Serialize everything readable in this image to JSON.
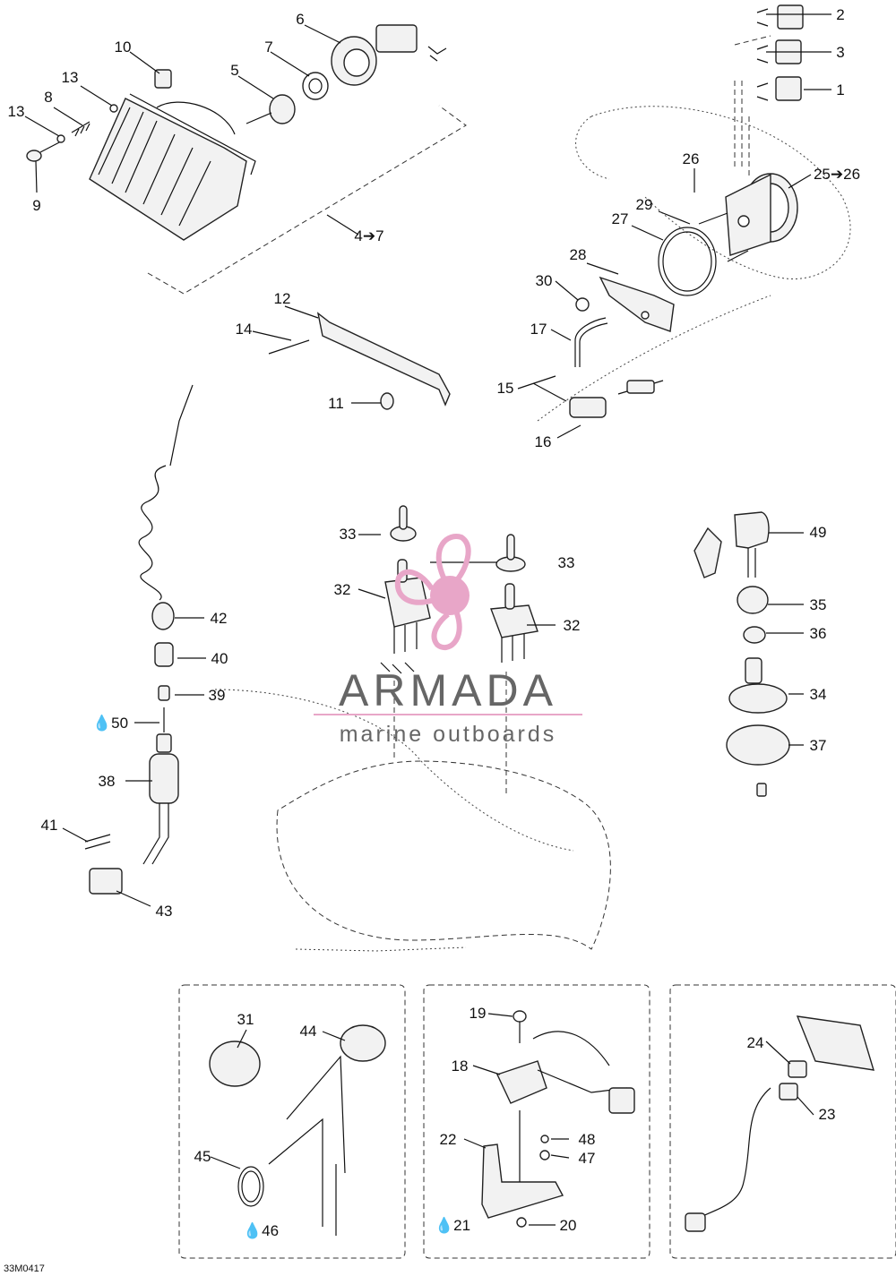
{
  "callouts": {
    "c1": "1",
    "c2": "2",
    "c3": "3",
    "c4_7": "4➔7",
    "c5": "5",
    "c6": "6",
    "c7": "7",
    "c8": "8",
    "c9": "9",
    "c10": "10",
    "c11": "11",
    "c12": "12",
    "c13a": "13",
    "c13b": "13",
    "c14": "14",
    "c15": "15",
    "c16": "16",
    "c17": "17",
    "c18": "18",
    "c19": "19",
    "c20": "20",
    "c21": "💧21",
    "c22": "22",
    "c23": "23",
    "c24": "24",
    "c25_26": "25➔26",
    "c26": "26",
    "c27": "27",
    "c28": "28",
    "c29": "29",
    "c30": "30",
    "c31": "31",
    "c32a": "32",
    "c32b": "32",
    "c33a": "33",
    "c33b": "33",
    "c34": "34",
    "c35": "35",
    "c36": "36",
    "c37": "37",
    "c38": "38",
    "c39": "39",
    "c40": "40",
    "c41": "41",
    "c42": "42",
    "c43": "43",
    "c44": "44",
    "c45": "45",
    "c46": "💧46",
    "c47": "47",
    "c48": "48",
    "c49": "49",
    "c50": "💧50"
  },
  "watermark": {
    "brand": "ARMADA",
    "subtitle": "marine outboards",
    "logo_color": "#e8a6c8",
    "text_color": "#666666"
  },
  "drawing_code": "33M0417"
}
